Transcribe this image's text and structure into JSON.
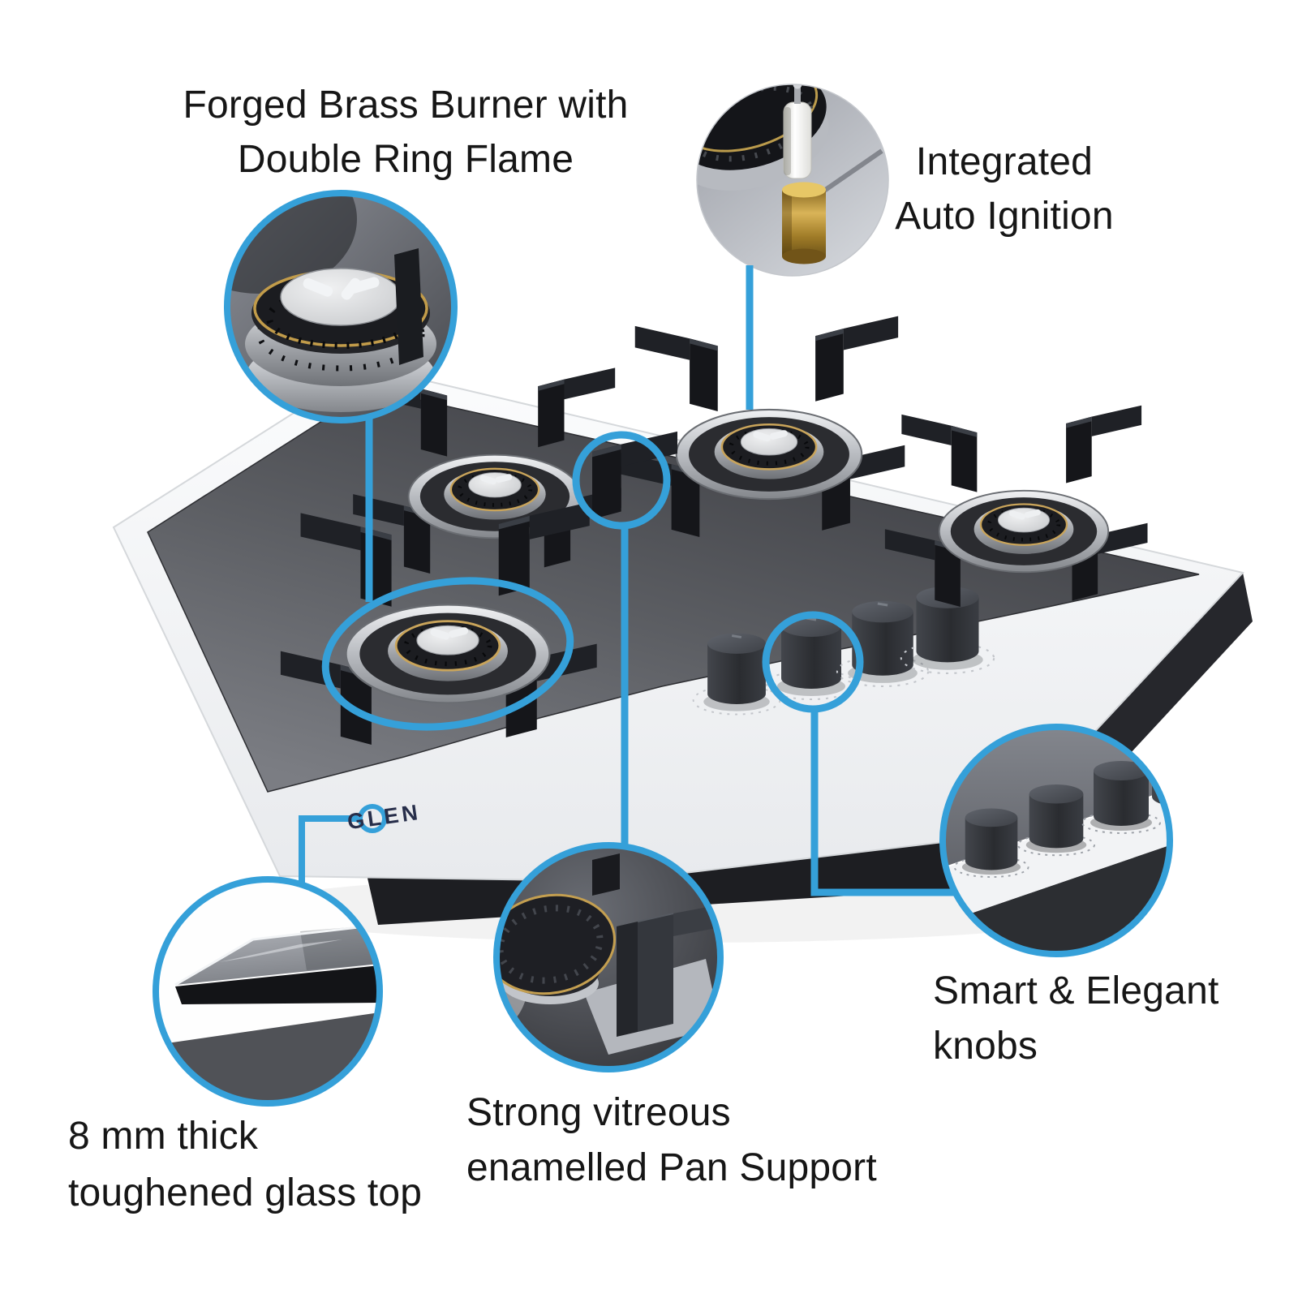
{
  "callouts": {
    "burner": {
      "line1": "Forged Brass Burner with",
      "line2": "Double Ring Flame"
    },
    "ignition": {
      "line1": "Integrated",
      "line2": "Auto Ignition"
    },
    "glass": {
      "line1": "8 mm thick",
      "line2": "toughened glass top"
    },
    "pan_support": {
      "line1": "Strong vitreous",
      "line2": "enamelled Pan Support"
    },
    "knobs": {
      "line1": "Smart & Elegant",
      "line2": "knobs"
    }
  },
  "brand": {
    "logo_text": "GLEN"
  },
  "colors": {
    "callout_blue": "#35a0d9",
    "label_text": "#161616",
    "glass_panel_dark": "#4a4c51",
    "glass_white": "#f4f5f7",
    "brass_ring": "#c9a45a",
    "black_metal": "#141518"
  },
  "scene": {
    "burners_visible": 4,
    "knobs_visible": 4,
    "inset_circles": 5
  }
}
